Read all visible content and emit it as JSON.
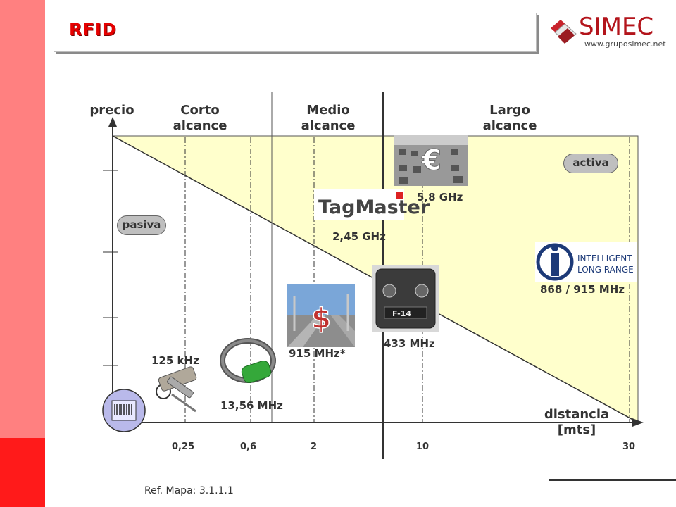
{
  "slide": {
    "title": "RFID",
    "footer_ref": "Ref. Mapa: 3.1.1.1"
  },
  "logo": {
    "name": "SIMEC",
    "url": "www.gruposimec.net"
  },
  "headers": {
    "y_axis": "precio",
    "short": "Corto\nalcance",
    "medium": "Medio\nalcance",
    "long": "Largo\nalcance",
    "x_axis": "distancia\n[mts]"
  },
  "zones": {
    "active": "activa",
    "passive": "pasiva"
  },
  "ticks": [
    "0,25",
    "0,6",
    "2",
    "10",
    "30"
  ],
  "frequencies": {
    "f125": "125 kHz",
    "f13": "13,56 MHz",
    "f915s": "915 MHz*",
    "f433": "433 MHz",
    "f245": "2,45 GHz",
    "f58": "5,8 GHz",
    "f868": "868 / 915 MHz"
  },
  "brands": {
    "tagmaster": "TagMaster",
    "ilr_line1": "INTELLIGENT",
    "ilr_line2": "LONG RANGE",
    "remote_model": "F-14"
  },
  "icons": {
    "euro": "€",
    "dollar": "$"
  },
  "colors": {
    "fill_yellow": "#ffffcc",
    "accent_red": "#e60000",
    "bar_pink": "#ff8080"
  }
}
